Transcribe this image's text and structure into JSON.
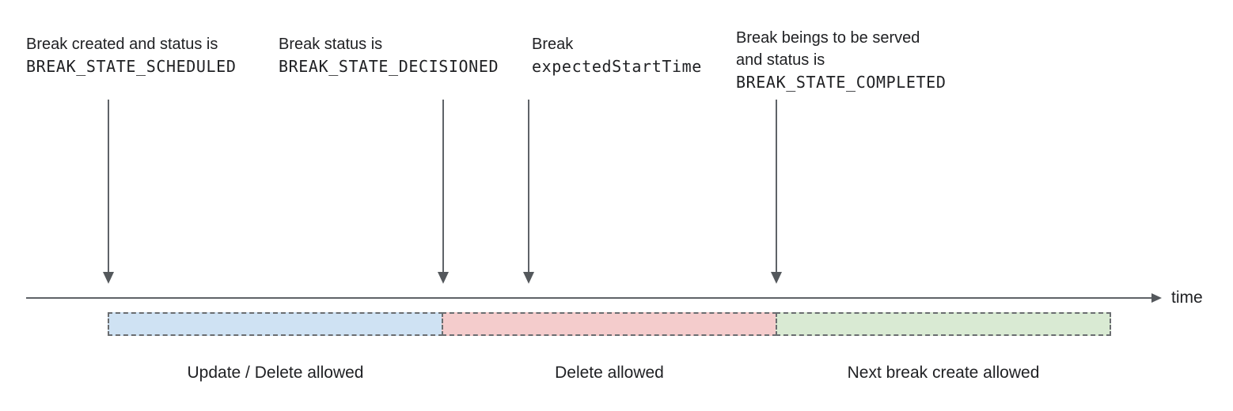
{
  "palette": {
    "arrow_gray": "#5f6368",
    "dash_border": "#6a6d70",
    "text": "#202124",
    "blue_fill": "#cfe2f3",
    "pink_fill": "#f4cccc",
    "green_fill": "#d9ead3"
  },
  "annotations": [
    {
      "text": "Break created and status is",
      "code": "BREAK_STATE_SCHEDULED"
    },
    {
      "text": "Break status is",
      "code": "BREAK_STATE_DECISIONED"
    },
    {
      "text": "Break",
      "code": "expectedStartTime"
    },
    {
      "text": "Break beings to be served",
      "text2": "and status is",
      "code": "BREAK_STATE_COMPLETED"
    }
  ],
  "timeline": {
    "axis_label": "time"
  },
  "segments": [
    {
      "label": "Update / Delete allowed",
      "fill": "#cfe2f3"
    },
    {
      "label": "Delete allowed",
      "fill": "#f4cccc"
    },
    {
      "label": "Next break create allowed",
      "fill": "#d9ead3"
    }
  ]
}
